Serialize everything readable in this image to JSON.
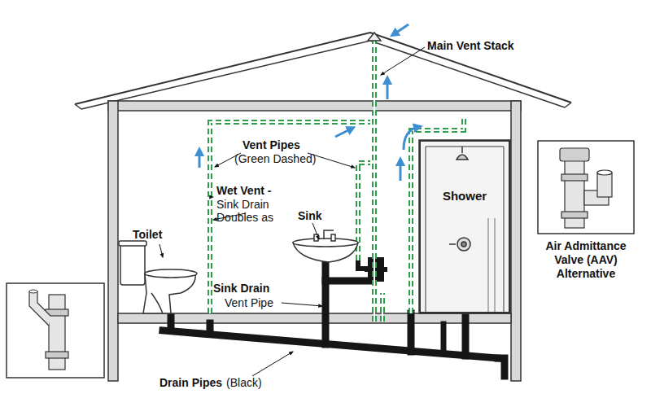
{
  "diagram": {
    "nodes": [
      {
        "text": [
          "Shower"
        ]
      },
      {
        "text": [
          "Air Admittance Valve (AAV) Alternative"
        ]
      }
    ],
    "labels": [
      "Main Vent Stack",
      "Vent Pipes",
      "(Green Dashed)",
      "Wet Vent -",
      "Sink Drain Doubles as",
      "Toilet",
      "Sink",
      "Sink Drain",
      "Vent Pipe",
      "Drain Pipes",
      "(Black)"
    ]
  }
}
